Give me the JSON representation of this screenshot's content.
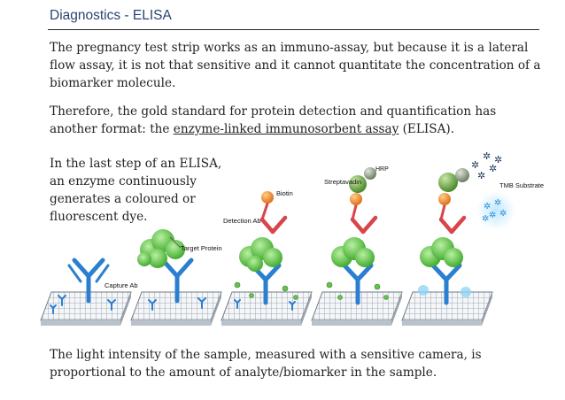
{
  "slide": {
    "title": "Diagnostics - ELISA",
    "para1": "The pregnancy test strip works as an immuno-assay, but because it is a lateral flow assay, it is not that sensitive and it cannot quantitate the concentration of a biomarker molecule.",
    "para2_before": "Therefore, the gold standard for protein detection and quantification has another format: the ",
    "para2_link": "enzyme-linked immunosorbent assay",
    "para2_after": " (ELISA).",
    "para3": "In the last step of an ELISA, an enzyme continuously generates a coloured or fluorescent dye.",
    "para4": "The light intensity of the sample, measured with a sensitive camera, is proportional to the amount of analyte/biomarker in the sample."
  },
  "diagram": {
    "capture_ab": "Capture Ab",
    "target_protein": "Target Protein",
    "detection_ab": "Detection Ab",
    "biotin": "Biotin",
    "streptavadin": "Streptavadin",
    "hrp": "HRP",
    "tmb_substrate": "TMB Substrate",
    "colors": {
      "antibody": "#2b7fd0",
      "protein": "#5fc648",
      "detection": "#d8454a",
      "biotin": "#f0892a",
      "strept": "#5aa23a",
      "hrp": "#7a8a72"
    }
  }
}
